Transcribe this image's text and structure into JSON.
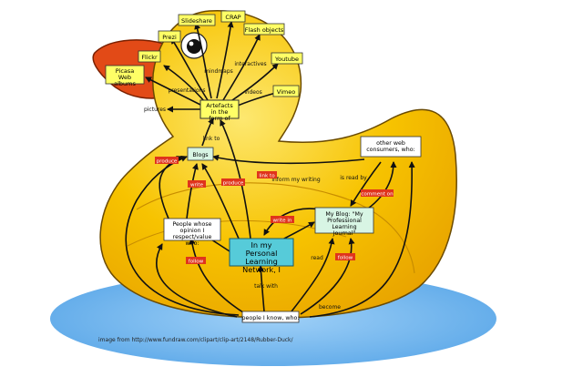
{
  "credit": "image from http://www.fundraw.com/clipart/clip-art/2148/Rubber-Duck/",
  "nodes": {
    "network": "In my Personal Learning Network, I",
    "artefacts": "Artefacts in the form of",
    "blogs": "Blogs",
    "people_opinion": "People whose opinion I respect/value who:",
    "my_blog": "My Blog: \"My Professional Learning Journal\"",
    "other_consumers": "other web consumers, who:",
    "people_know": "people I know, who:",
    "slideshare": "Slideshare",
    "prezi": "Prezi",
    "crap": "CRAP",
    "flash": "Flash objects",
    "youtube": "Youtube",
    "vimeo": "Vimeo",
    "flickr": "Flickr",
    "picasa": "Picasa Web albums"
  },
  "labels": {
    "mindmaps": "mindmaps",
    "interactives": "interactives",
    "videos": "videos",
    "presentations": "presentations",
    "pictures": "pictures",
    "link_to": "link to",
    "produce1": "produce",
    "produce2": "produce",
    "write1": "write",
    "write_in": "write in",
    "link_to_red": "link to",
    "inform": "inform my writing",
    "is_read_by": "is read by",
    "comment_on": "comment on",
    "follow1": "follow",
    "follow2": "follow",
    "read": "read",
    "talk_with": "talk with",
    "become": "become"
  },
  "colors": {
    "duck_body": "#f7c300",
    "duck_highlight": "#fde870",
    "beak": "#e24a17",
    "water": "#5aa7e8",
    "node_yellow": "#ffff66",
    "node_cyan": "#56cbd9",
    "node_mint": "#d8f5e4",
    "label_red": "#e0341c"
  }
}
